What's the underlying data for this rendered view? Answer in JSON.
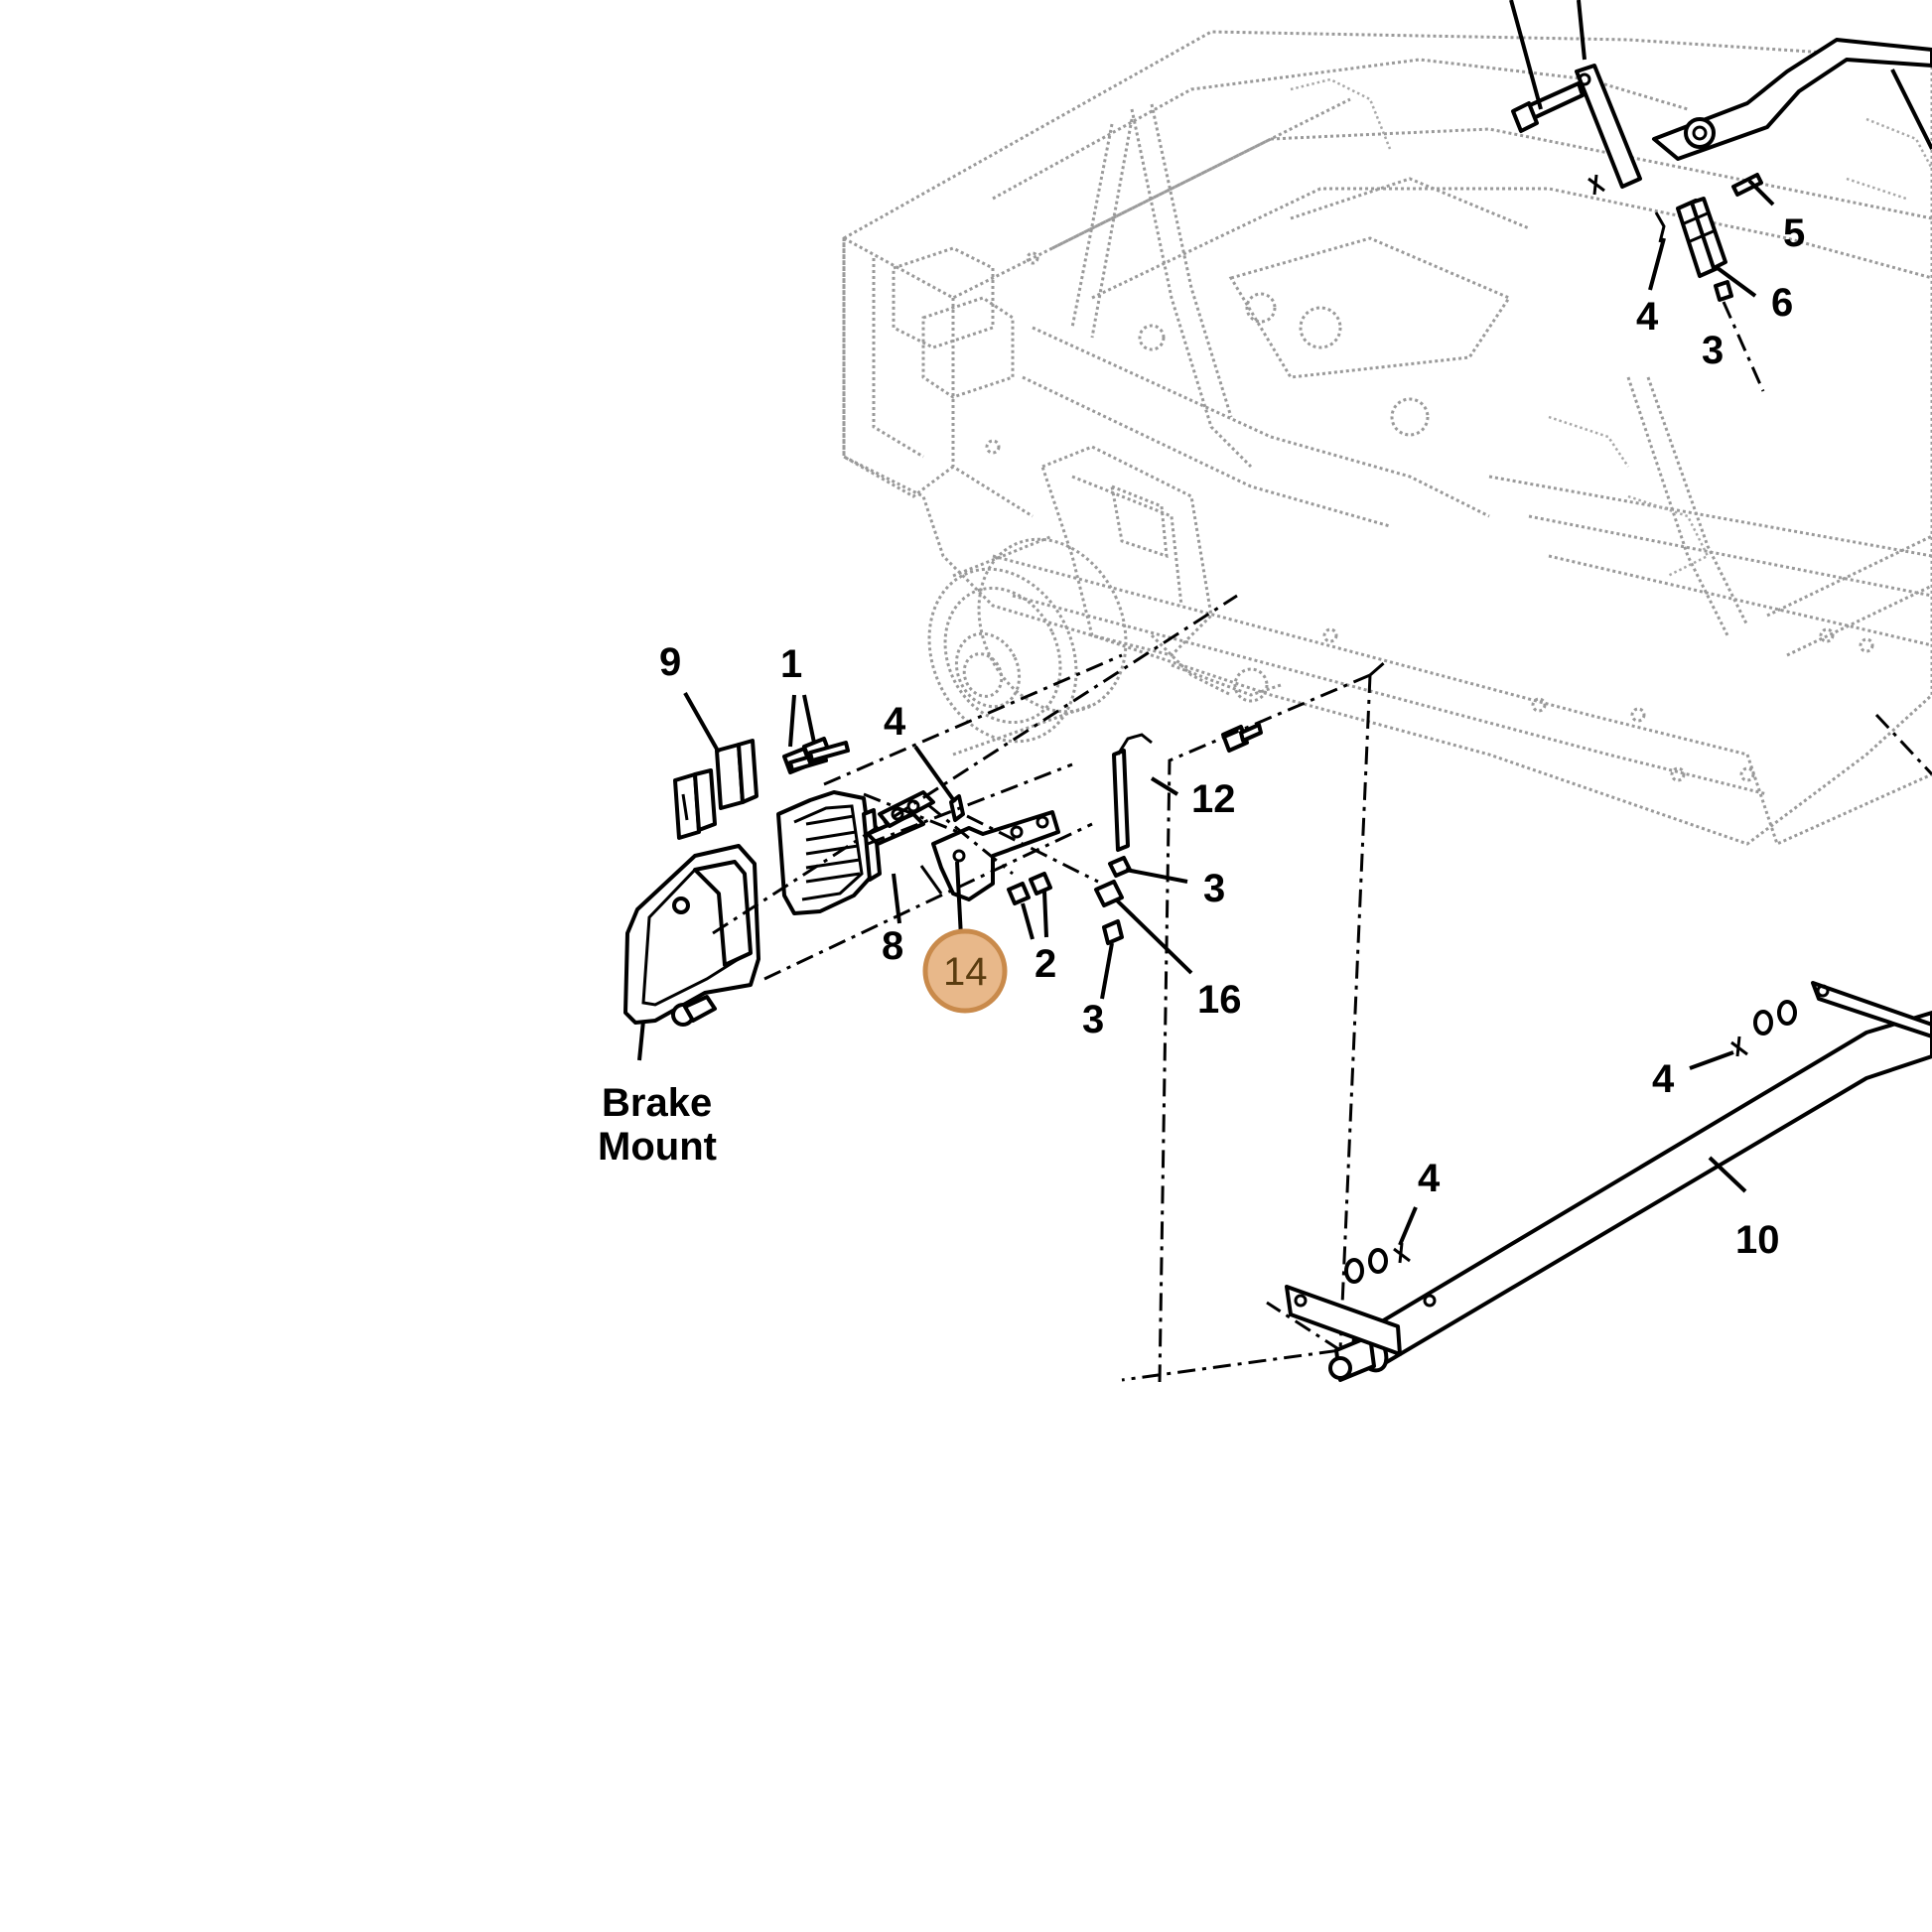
{
  "diagram": {
    "highlight_color": "#e8b88a",
    "highlight_stroke": "#c98a4b",
    "callouts": [
      {
        "id": "c9",
        "label": "9"
      },
      {
        "id": "c1",
        "label": "1"
      },
      {
        "id": "c4a",
        "label": "4"
      },
      {
        "id": "c12",
        "label": "12"
      },
      {
        "id": "c3a",
        "label": "3"
      },
      {
        "id": "c8",
        "label": "8"
      },
      {
        "id": "c14",
        "label": "14",
        "highlighted": true
      },
      {
        "id": "c2",
        "label": "2"
      },
      {
        "id": "c16",
        "label": "16"
      },
      {
        "id": "c3b",
        "label": "3"
      },
      {
        "id": "c5",
        "label": "5"
      },
      {
        "id": "c6",
        "label": "6"
      },
      {
        "id": "c4b",
        "label": "4"
      },
      {
        "id": "c3c",
        "label": "3"
      },
      {
        "id": "c4c",
        "label": "4"
      },
      {
        "id": "c4d",
        "label": "4"
      },
      {
        "id": "c10",
        "label": "10"
      }
    ],
    "brake_mount_label": [
      "Brake",
      "Mount"
    ]
  }
}
